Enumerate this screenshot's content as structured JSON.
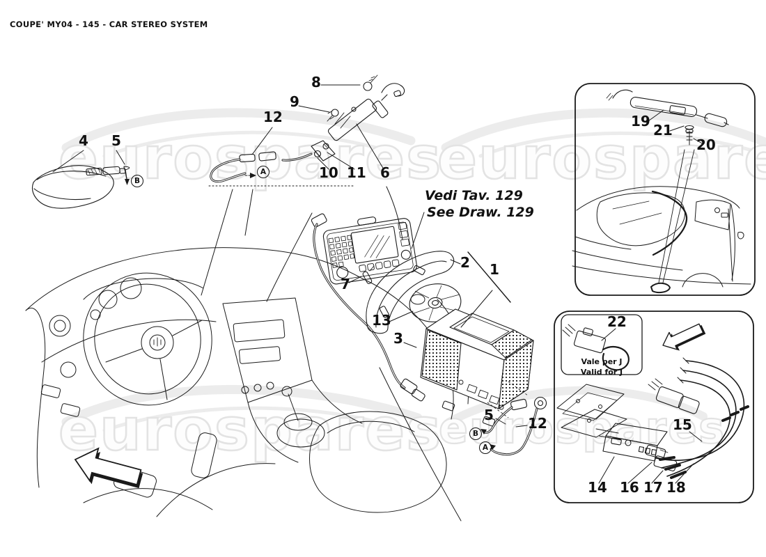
{
  "title": "COUPE' MY04 - 145 - CAR STEREO SYSTEM",
  "watermark": {
    "text": "eurospares"
  },
  "note": {
    "line1": "Vedi Tav. 129",
    "line2": "See Draw. 129"
  },
  "inset_j": {
    "line1": "Vale per J",
    "line2": "Valid for J"
  },
  "letters": {
    "a": "A",
    "b": "B"
  },
  "callouts": {
    "c1": "1",
    "c2": "2",
    "c3": "3",
    "c4": "4",
    "c5": "5",
    "c6": "6",
    "c7": "7",
    "c8": "8",
    "c9": "9",
    "c10": "10",
    "c11": "11",
    "c12": "12",
    "c13": "13",
    "c14": "14",
    "c15": "15",
    "c16": "16",
    "c17": "17",
    "c18": "18",
    "c19": "19",
    "c20": "20",
    "c21": "21",
    "c22": "22"
  },
  "colors": {
    "line": "#1a1a1a",
    "watermark": "#e3e3e3",
    "swoosh": "#ececec"
  }
}
